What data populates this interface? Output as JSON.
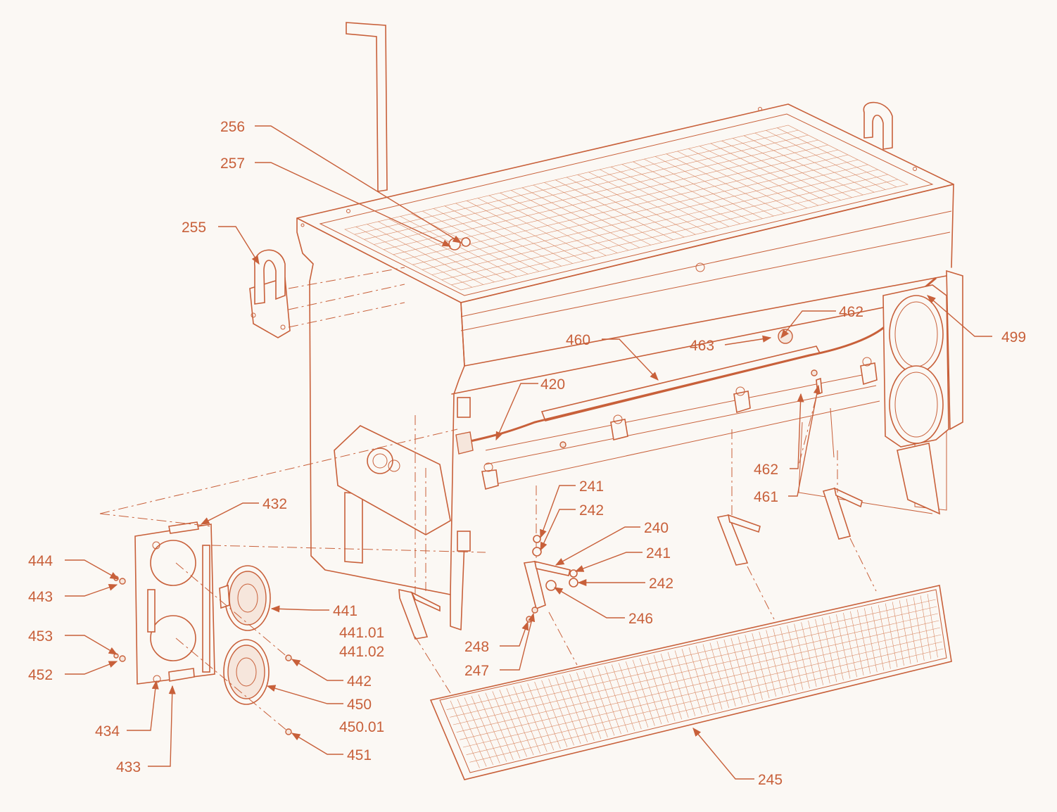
{
  "diagram": {
    "accent_color": "#c8603a",
    "background_color": "#fbf8f4",
    "labels": {
      "l256": "256",
      "l257": "257",
      "l255": "255",
      "l462a": "462",
      "l463": "463",
      "l460": "460",
      "l499": "499",
      "l420": "420",
      "l462b": "462",
      "l461": "461",
      "l432": "432",
      "l241a": "241",
      "l242a": "242",
      "l240": "240",
      "l241b": "241",
      "l242b": "242",
      "l444": "444",
      "l443": "443",
      "l441": "441",
      "l441_01": "441.01",
      "l441_02": "441.02",
      "l453": "453",
      "l452": "452",
      "l442": "442",
      "l450": "450",
      "l450_01": "450.01",
      "l434": "434",
      "l433": "433",
      "l451": "451",
      "l246": "246",
      "l248": "248",
      "l247": "247",
      "l245": "245"
    }
  }
}
